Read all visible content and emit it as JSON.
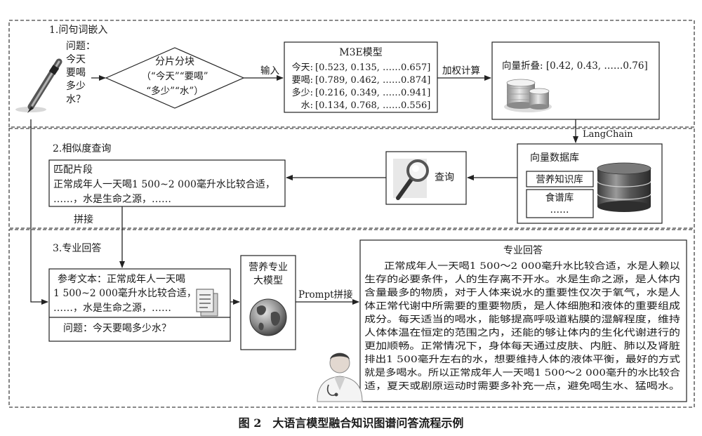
{
  "sections": {
    "s1": "1.问句词嵌入",
    "s2": "2.相似度查询",
    "s3": "3.专业回答"
  },
  "question": {
    "lines": [
      "问题：",
      "今天",
      "要喝",
      "多少",
      "水？"
    ]
  },
  "split": {
    "title": "分片分块",
    "line2": "（“今天”“要喝”",
    "line3": "“多少”“水”）"
  },
  "labels": {
    "input": "输入",
    "weighted": "加权计算",
    "langchain": "LangChain",
    "query": "查询",
    "concat": "拼接",
    "prompt": "Prompt拼接"
  },
  "m3e": {
    "title": "M3E模型",
    "rows": [
      {
        "k": "今天:",
        "v": "[0.523, 0.135, ……0.657]"
      },
      {
        "k": "要喝:",
        "v": "[0.789, 0.462, ……0.874]"
      },
      {
        "k": "多少:",
        "v": "[0.216, 0.349, ……0.941]"
      },
      {
        "k": "水:",
        "v": "[0.134, 0.768, ……0.556]"
      }
    ]
  },
  "vector": {
    "text": "向量折叠: [0.42, 0.43, ……0.76]"
  },
  "vectordb": {
    "title": "向量数据库",
    "lib1": "营养知识库",
    "lib2": "食谱库",
    "lib3": "……"
  },
  "match": {
    "title": "匹配片段",
    "line1": "正常成年人一天喝1 500~2 000毫升水比较合适，",
    "line2": "……，水是生命之源，……"
  },
  "reference": {
    "line1": "参考文本：正常成年人一天喝",
    "line2": "1 500~2 000毫升水比较合适，",
    "line3": "……，水是生命之源，……",
    "question": "问题：今天要喝多少水？"
  },
  "llm": {
    "line1": "营养专业",
    "line2": "大模型"
  },
  "answer": {
    "title": "专业回答",
    "lines": [
      "正常成年人一天喝1 500～2 000毫升水比较合适，水是人赖以",
      "生存的必要条件，人的生存离不开水。水是生命之源，是人体内",
      "含量最多的物质，对于人体来说水的重要性仅次于氧气，水是人",
      "体正常代谢中所需要的重要物质，是人体细胞和液体的重要组成",
      "成分。每天适当的喝水，能够提高呼吸道粘膜的湿解程度，维持",
      "人体体温在恒定的范围之内，还能的够让体内的生化代谢进行的",
      "更加顺畅。正常情况下，身体每天通过皮肤、内脏、肺以及肾脏",
      "排出1 500毫升左右的水，想要维持人体的液体平衡，最好的方式",
      "就是多喝水。所以正常成年人一天喝1 500～2 000毫升的水比较合",
      "适，夏天或剧原运动时需要多补充一点，避免喝生水、猛喝水。"
    ]
  },
  "caption": "图 2　大语言模型融合知识图谱问答流程示例"
}
